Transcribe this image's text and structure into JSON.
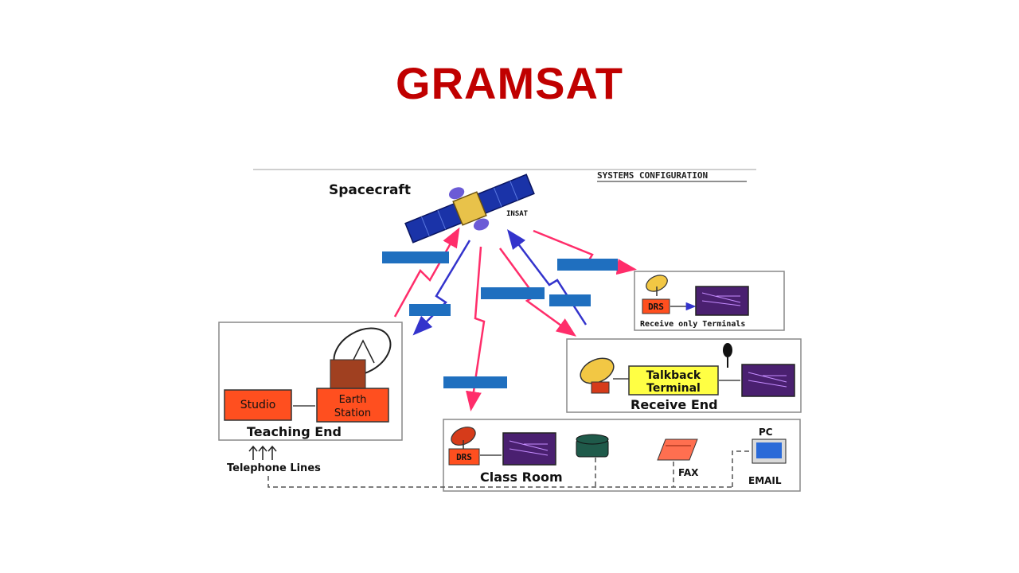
{
  "slide": {
    "title": "GRAMSAT"
  },
  "colors": {
    "title": "#c00000",
    "uplink": "#ff2d6a",
    "downlink": "#3333cc",
    "solar_panel": "#1a33a8",
    "red_box": "#ff4f1f",
    "yellow_box": "#ffff44",
    "monitor": "#4a2070",
    "panel_border": "#888888",
    "link_label": "#1f6fbf"
  },
  "diagram": {
    "header": "SYSTEMS CONFIGURATION",
    "spacecraft_label": "Spacecraft",
    "satellite_label": "INSAT",
    "receive_only": {
      "box_label": "DRS",
      "caption": "Receive only Terminals"
    },
    "receive_end": {
      "box_label": "Talkback Terminal",
      "line1": "Talkback",
      "line2": "Terminal",
      "caption": "Receive End"
    },
    "teaching_end": {
      "studio": "Studio",
      "earth_station_line1": "Earth",
      "earth_station_line2": "Station",
      "caption": "Teaching End"
    },
    "classroom": {
      "box_label": "DRS",
      "caption": "Class Room",
      "fax": "FAX",
      "pc": "PC",
      "email": "EMAIL"
    },
    "telephone_lines": "Telephone Lines"
  }
}
